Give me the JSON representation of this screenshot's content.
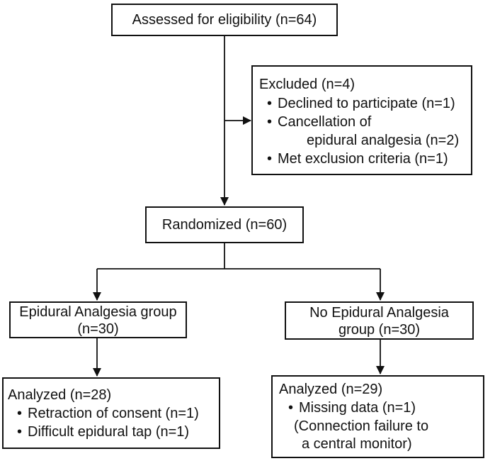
{
  "assessed": {
    "text": "Assessed for eligibility (n=64)"
  },
  "excluded": {
    "title": "Excluded (n=4)",
    "bullet": "•",
    "items": [
      "Declined to participate (n=1)",
      "Cancellation of",
      "epidural analgesia (n=2)",
      "Met exclusion criteria (n=1)"
    ]
  },
  "randomized": {
    "text": "Randomized (n=60)"
  },
  "epidural_group": {
    "line1": "Epidural Analgesia group",
    "line2": "(n=30)"
  },
  "no_epidural_group": {
    "line1": "No Epidural Analgesia",
    "line2": "group (n=30)"
  },
  "analyzed_left": {
    "title": "Analyzed (n=28)",
    "bullet": "•",
    "items": [
      "Retraction of consent (n=1)",
      "Difficult epidural tap (n=1)"
    ]
  },
  "analyzed_right": {
    "title": "Analyzed (n=29)",
    "bullet": "•",
    "items": [
      "Missing data (n=1)",
      "(Connection failure to",
      "a central monitor)"
    ]
  }
}
